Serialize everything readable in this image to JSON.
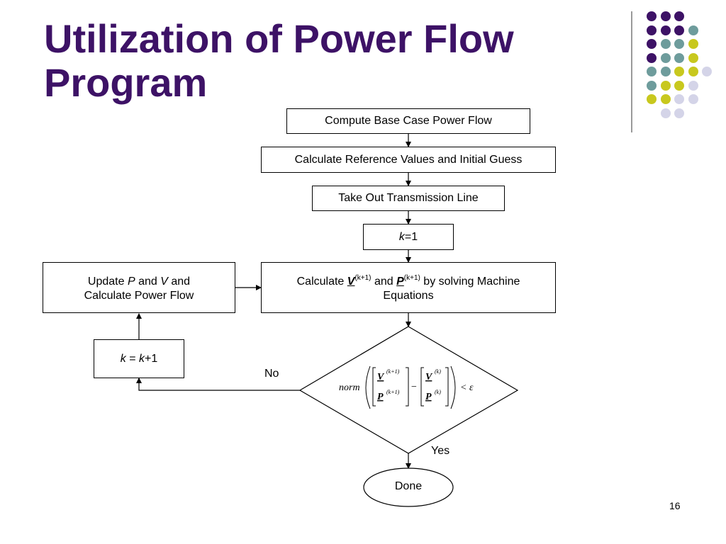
{
  "slide": {
    "title_line1": "Utilization of Power Flow",
    "title_line2": "Program",
    "page_number": "16",
    "colors": {
      "title": "#3d1266",
      "purple": "#3d1266",
      "teal": "#6e9c9c",
      "lime": "#c8c81e",
      "lavender": "#d4d4e8"
    }
  },
  "decoration": {
    "dot_rows": [
      [
        "purple",
        "purple",
        "purple"
      ],
      [
        "purple",
        "purple",
        "purple",
        "teal"
      ],
      [
        "purple",
        "teal",
        "teal",
        "lime"
      ],
      [
        "purple",
        "teal",
        "teal",
        "lime"
      ],
      [
        "teal",
        "teal",
        "lime",
        "lime",
        "lavender"
      ],
      [
        "teal",
        "lime",
        "lime",
        "lavender"
      ],
      [
        "lime",
        "lime",
        "lavender",
        "lavender"
      ],
      [
        "lavender",
        "lavender"
      ]
    ]
  },
  "flowchart": {
    "step1": "Compute Base Case Power Flow",
    "step2": "Calculate Reference Values and Initial Guess",
    "step3": "Take Out Transmission Line",
    "step4": {
      "var": "k",
      "rest": "=1"
    },
    "step5": {
      "prefix": "Calculate ",
      "v": "V",
      "v_sup": "(k+1)",
      "mid": " and ",
      "p": "P",
      "p_sup": "(k+1)",
      "suffix": " by solving Machine",
      "line2": "Equations"
    },
    "update": {
      "a": "Update ",
      "p": "P",
      "b": " and ",
      "v": "V",
      "c": " and",
      "line2": "Calculate Power Flow"
    },
    "increment": {
      "k1": "k",
      "eq": " = ",
      "k2": "k",
      "plus": "+1"
    },
    "decision": {
      "norm": "norm",
      "V": "V",
      "P": "P",
      "sup_next": "(k+1)",
      "sup_cur": "(k)",
      "minus": "−",
      "lt_eps": "< ε"
    },
    "no_label": "No",
    "yes_label": "Yes",
    "done": "Done"
  }
}
